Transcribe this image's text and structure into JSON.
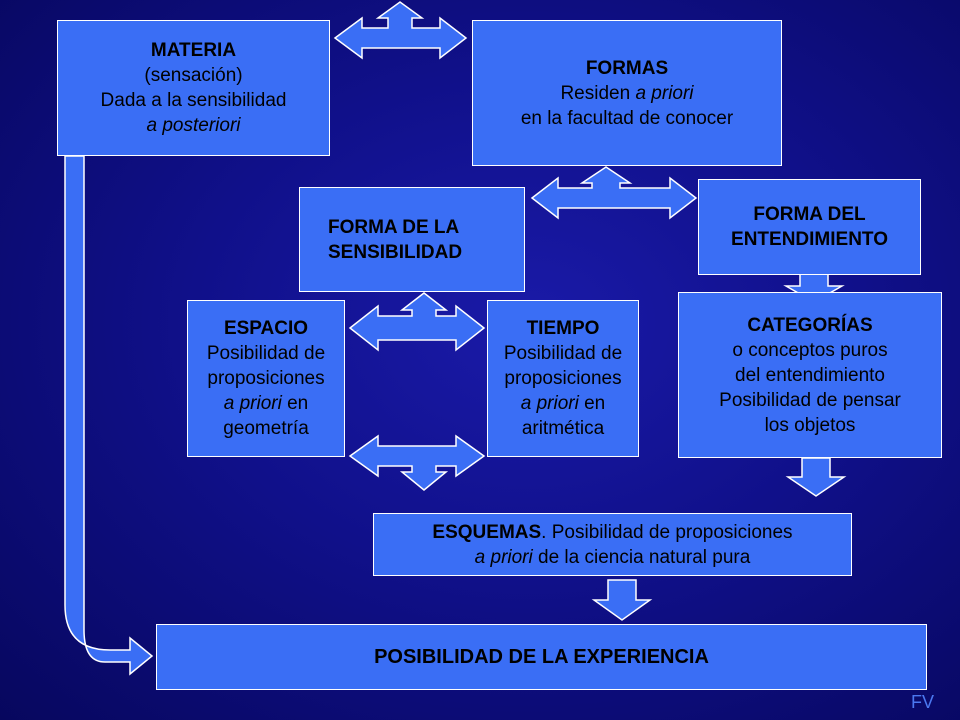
{
  "colors": {
    "background": "#10108a",
    "box_fill": "#3a6ef5",
    "arrow_fill": "#3a6ef5",
    "border": "#ffffff",
    "text": "#000000"
  },
  "materia": {
    "title": "MATERIA",
    "line1": "(sensación)",
    "line2": "Dada a la sensibilidad",
    "line3": "a posteriori"
  },
  "formas": {
    "title": "FORMAS",
    "line1_a": "Residen ",
    "line1_b": "a priori",
    "line2": "en la facultad de conocer"
  },
  "forma_sensibilidad": {
    "line1": "FORMA DE LA",
    "line2": "SENSIBILIDAD"
  },
  "forma_entendimiento": {
    "line1": "FORMA DEL",
    "line2": "ENTENDIMIENTO"
  },
  "espacio": {
    "title": "ESPACIO",
    "line1": "Posibilidad de",
    "line2": "proposiciones",
    "line3_a": "a priori",
    "line3_b": " en",
    "line4": "geometría"
  },
  "tiempo": {
    "title": "TIEMPO",
    "line1": "Posibilidad de",
    "line2": "proposiciones",
    "line3_a": "a priori",
    "line3_b": " en",
    "line4": "aritmética"
  },
  "categorias": {
    "title": "CATEGORÍAS",
    "line1": "o conceptos puros",
    "line2": "del entendimiento",
    "line3": "Posibilidad de pensar",
    "line4": "los objetos"
  },
  "esquemas": {
    "title": "ESQUEMAS",
    "line1_rest": ". Posibilidad de proposiciones",
    "line2_a": "a priori",
    "line2_b": " de la ciencia natural pura"
  },
  "experiencia": {
    "title": "POSIBILIDAD DE LA EXPERIENCIA"
  },
  "signature": "FV"
}
